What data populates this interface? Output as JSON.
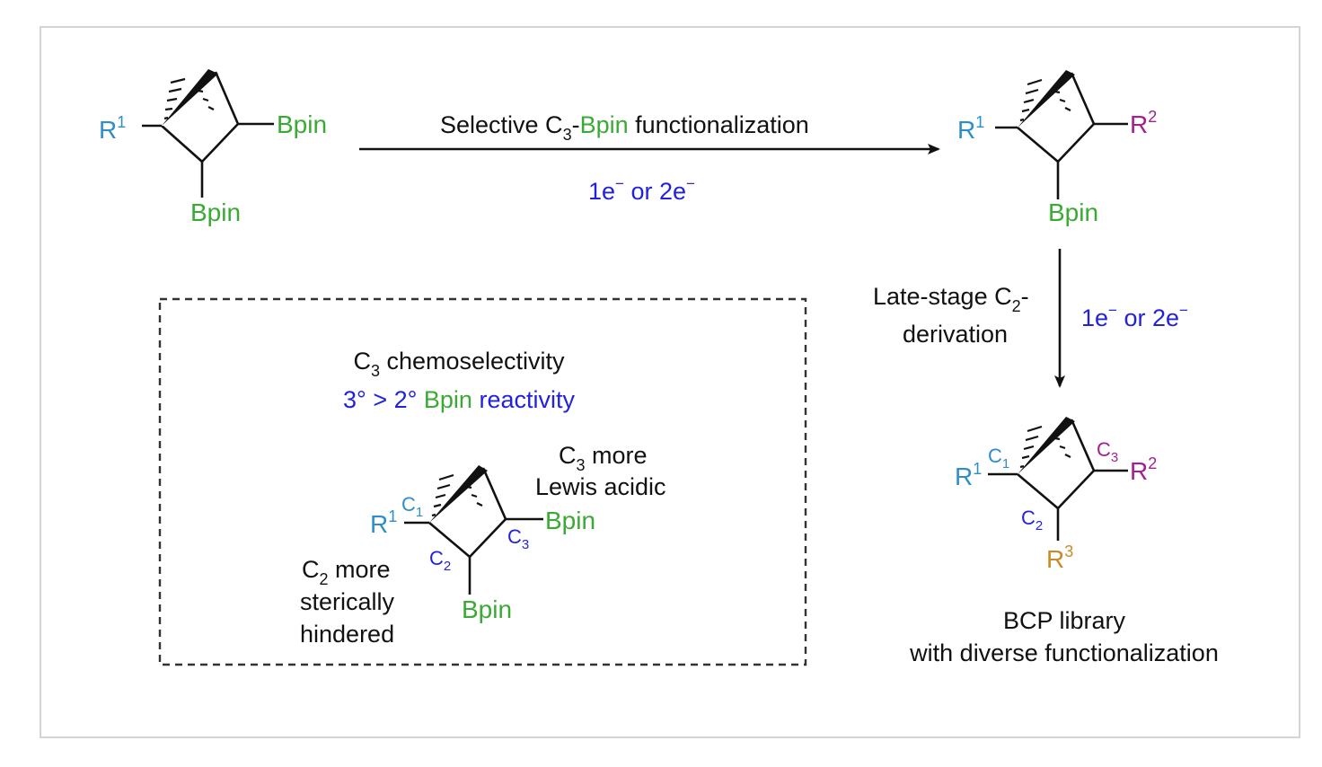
{
  "colors": {
    "r1": "#2e8fc8",
    "bpin": "#3aaa35",
    "r2": "#a3208e",
    "r3": "#c98a2a",
    "blue": "#2222dd",
    "black": "#111111"
  },
  "start": {
    "r": "R",
    "r_sup": "1",
    "bpin_right": "Bpin",
    "bpin_bottom": "Bpin"
  },
  "top_arrow": {
    "pre": "Selective C",
    "sub": "3",
    "dash": "-",
    "bpin": "Bpin",
    "post": " functionalization",
    "cond": "1e",
    "cond_sup1": "−",
    "cond_mid": " or 2e",
    "cond_sup2": "−"
  },
  "product1": {
    "r1": "R",
    "r1_sup": "1",
    "r2": "R",
    "r2_sup": "2",
    "bpin": "Bpin"
  },
  "down_arrow": {
    "line1_pre": "Late-stage C",
    "line1_sub": "2",
    "line1_post": "-",
    "line2": "derivation",
    "cond": "1e",
    "cond_sup1": "−",
    "cond_mid": " or 2e",
    "cond_sup2": "−"
  },
  "product2": {
    "r1": "R",
    "r1_sup": "1",
    "c1": "C",
    "c1_sub": "1",
    "c3": "C",
    "c3_sub": "3",
    "r2": "R",
    "r2_sup": "2",
    "c2": "C",
    "c2_sub": "2",
    "r3": "R",
    "r3_sup": "3",
    "caption1": "BCP library",
    "caption2": "with diverse functionalization"
  },
  "box": {
    "title_pre": "C",
    "title_sub": "3",
    "title_post": " chemoselectivity",
    "react_a": "3° > 2° ",
    "react_b": "Bpin",
    "react_c": " reactivity",
    "r1": "R",
    "r1_sup": "1",
    "c1": "C",
    "c1_sub": "1",
    "c2": "C",
    "c2_sub": "2",
    "c3": "C",
    "c3_sub": "3",
    "bpin_right": "Bpin",
    "bpin_bottom": "Bpin",
    "note_c3_pre": "C",
    "note_c3_sub": "3",
    "note_c3_post": " more",
    "note_c3_line2": "Lewis acidic",
    "note_c2_pre": "C",
    "note_c2_sub": "2",
    "note_c2_post": " more",
    "note_c2_line2": "sterically",
    "note_c2_line3": "hindered"
  }
}
